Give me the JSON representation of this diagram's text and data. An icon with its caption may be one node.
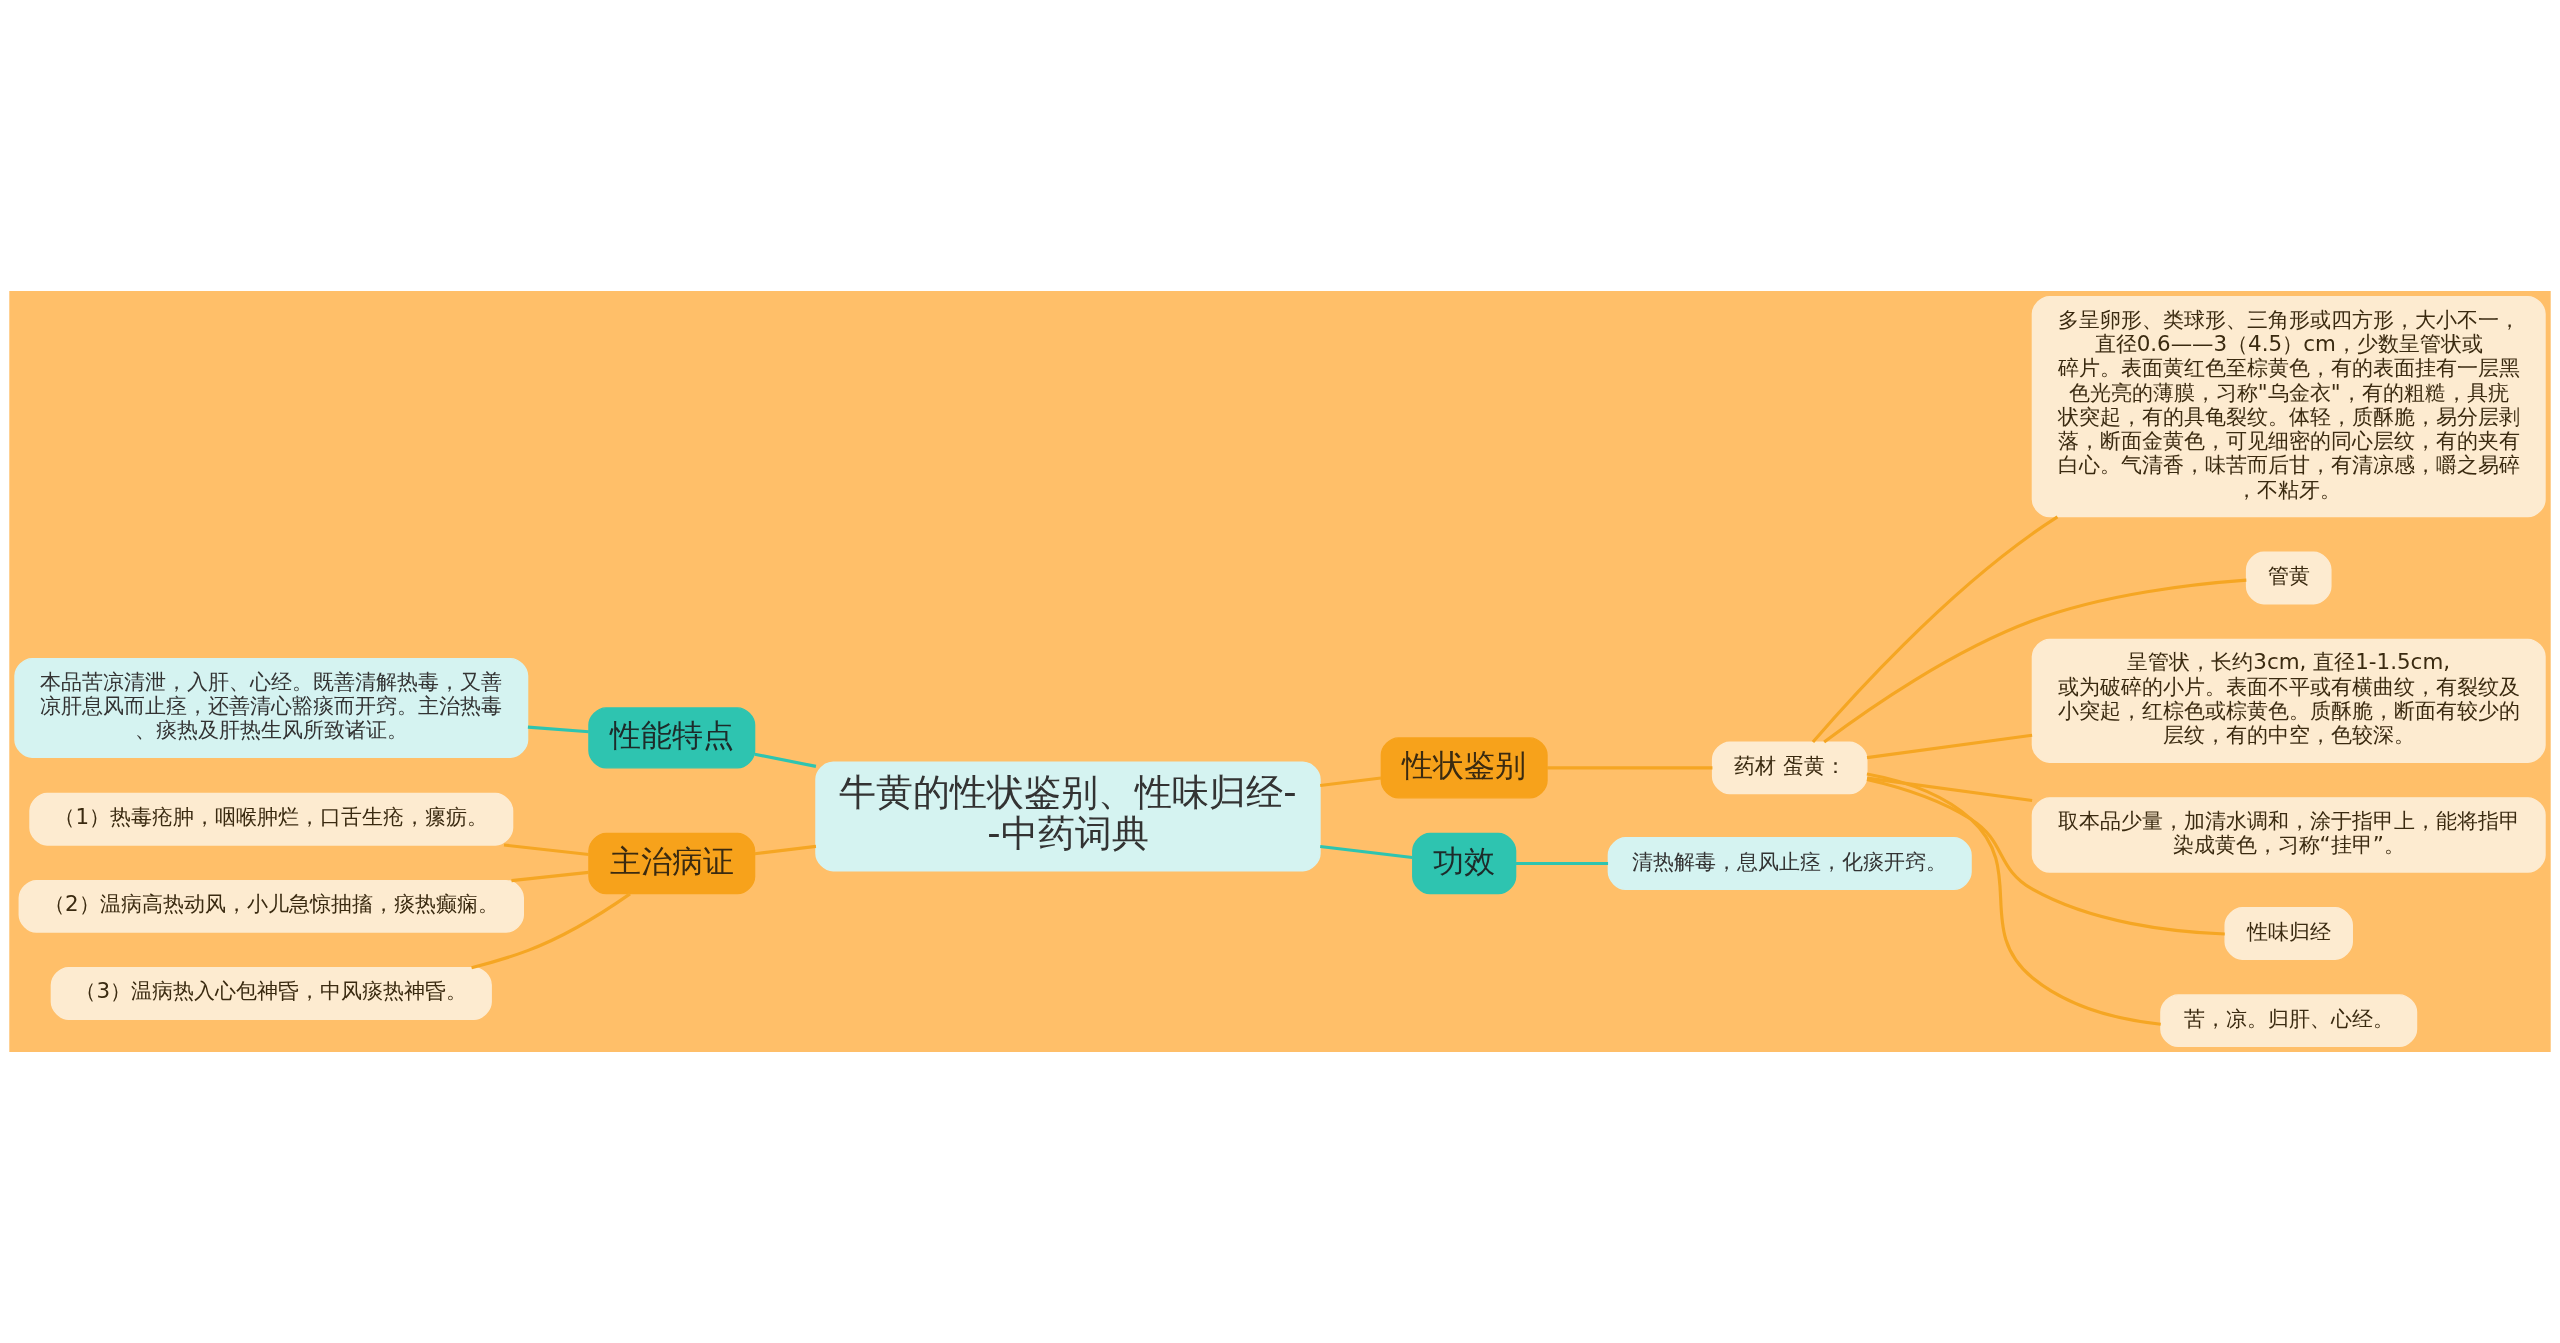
{
  "diagram": {
    "nodes": [
      {
        "text": [
          "牛黄的性状鉴别、性味归经--中药词典"
        ]
      },
      {
        "text": [
          "性状鉴别"
        ]
      },
      {
        "text": [
          "药材 蛋黄："
        ]
      },
      {
        "text": [
          "多呈卵形、类球形、三角形或四方形，大小不一，直径0.6——3（4.5）cm，少数呈管状或碎片。表面黄红色至棕黄色，有的表面挂有一层黑色光亮的薄膜，习称\"乌金衣\"，有的粗糙，具疣状突起，有的具龟裂纹。体轻，质酥脆，易分层剥落，断面金黄色，可见细密的同心层纹，有的夹有白心。气清香，味苦而后甘，有清凉感，嚼之易碎，不粘牙。"
        ]
      },
      {
        "text": [
          "管黄"
        ]
      },
      {
        "text": [
          "呈管状，长约3cm, 直径1-1.5cm, 或为破碎的小片。表面不平或有横曲纹，有裂纹及小突起，红棕色或棕黄色。质酥脆，断面有较少的层纹，有的中空，色较深。"
        ]
      },
      {
        "text": [
          "取本品少量，加清水调和，涂于指甲上，能将指甲染成黄色，习称“挂甲”。"
        ]
      },
      {
        "text": [
          "性味归经"
        ]
      },
      {
        "text": [
          "苦，凉。归肝、心经。"
        ]
      },
      {
        "text": [
          "功效"
        ]
      },
      {
        "text": [
          "清热解毒，息风止痉，化痰开窍。"
        ]
      },
      {
        "text": [
          "性能特点"
        ]
      },
      {
        "text": [
          "本品苦凉清泄，入肝、心经。既善清解热毒，又善凉肝息风而止痉，还善清心豁痰而开窍。主治热毒、痰热及肝热生风所致诸证。"
        ]
      },
      {
        "text": [
          "主治病证"
        ]
      },
      {
        "text": [
          "（1）热毒疮肿，咽喉肿烂，口舌生疮，瘰疬。"
        ]
      },
      {
        "text": [
          "（2）温病高热动风，小儿急惊抽搐，痰热癫痫。"
        ]
      },
      {
        "text": [
          "（3）温病热入心包神昏，中风痰热神昏。"
        ]
      }
    ],
    "edges": [
      {
        "from": 0,
        "to": 1,
        "arrow": "none"
      },
      {
        "from": 1,
        "to": 2,
        "arrow": "none"
      },
      {
        "from": 2,
        "to": 3,
        "arrow": "none"
      },
      {
        "from": 2,
        "to": 4,
        "arrow": "none"
      },
      {
        "from": 2,
        "to": 5,
        "arrow": "none"
      },
      {
        "from": 2,
        "to": 6,
        "arrow": "none"
      },
      {
        "from": 2,
        "to": 7,
        "arrow": "none"
      },
      {
        "from": 2,
        "to": 8,
        "arrow": "none"
      },
      {
        "from": 0,
        "to": 9,
        "arrow": "none",
        "color": "#2ec4b0"
      },
      {
        "from": 9,
        "to": 10,
        "arrow": "none",
        "color": "#2ec4b0"
      },
      {
        "from": 0,
        "to": 11,
        "arrow": "none",
        "color": "#2ec4b0"
      },
      {
        "from": 11,
        "to": 12,
        "arrow": "none",
        "color": "#2ec4b0"
      },
      {
        "from": 0,
        "to": 13,
        "arrow": "none"
      },
      {
        "from": 13,
        "to": 14,
        "arrow": "none"
      },
      {
        "from": 13,
        "to": 15,
        "arrow": "none"
      },
      {
        "from": 13,
        "to": 16,
        "arrow": "none"
      }
    ]
  }
}
